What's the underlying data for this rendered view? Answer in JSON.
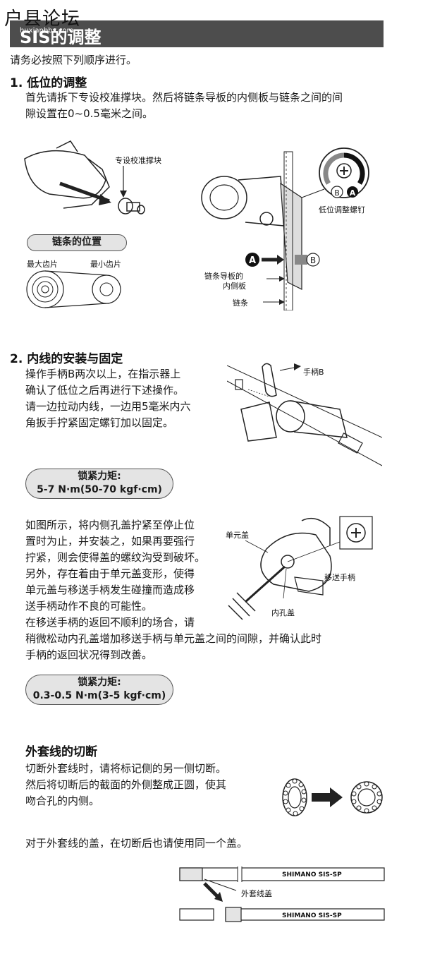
{
  "watermark": {
    "main": "户县论坛",
    "url": "huxianbbs.com"
  },
  "title": "SIS的调整",
  "intro": "请务必按照下列顺序进行。",
  "section1": {
    "heading": "1. 低位的调整",
    "text_line1": "首先请拆下专设校准撑块。然后将链条导板的内侧板与链条之间的间",
    "text_line2": "隙设置在0~0.5毫米之间。",
    "fig_label_spacer": "专设校准撑块",
    "chain_position_pill": "链条的位置",
    "largest_sprocket": "最大齿片",
    "smallest_sprocket": "最小齿片",
    "low_adjust_screw": "低位调整螺钉",
    "inner_plate_line1": "链条导板的",
    "inner_plate_line2": "内侧板",
    "chain": "链条",
    "marker_a": "A",
    "marker_b": "B"
  },
  "section2": {
    "heading": "2. 内线的安装与固定",
    "text_lines": [
      "操作手柄B两次以上，在指示器上",
      "确认了低位之后再进行下述操作。",
      "请一边拉动内线，一边用5毫米内六",
      "角扳手拧紧固定螺钉加以固定。"
    ],
    "lever_b": "手柄B",
    "torque1_title": "锁紧力矩:",
    "torque1_value": "5-7 N·m(50-70 kgf·cm)",
    "para_lines": [
      "如图所示，将内侧孔盖拧紧至停止位",
      "置时为止，并安装之，如果再要强行",
      "拧紧，则会使得盖的螺纹沟受到破坏。",
      "另外，存在着由于单元盖变形，使得",
      "单元盖与移送手柄发生碰撞而造成移",
      "送手柄动作不良的可能性。",
      "在移送手柄的返回不顺利的场合，请",
      "稍微松动内孔盖增加移送手柄与单元盖之间的间隙，并确认此时",
      "手柄的返回状况得到改善。"
    ],
    "unit_cover": "单元盖",
    "feed_lever": "移送手柄",
    "inner_cap": "内孔盖",
    "torque2_title": "锁紧力矩:",
    "torque2_value": "0.3-0.5 N·m(3-5 kgf·cm)"
  },
  "section3": {
    "heading": "外套线的切断",
    "text_lines": [
      "切断外套线时，请将标记侧的另一侧切断。",
      "然后将切断后的截面的外侧整成正圆，使其",
      "吻合孔的内侧。"
    ],
    "cap_note": "对于外套线的盖，在切断后也请使用同一个盖。",
    "housing_cap": "外套线盖",
    "brand_mark": "SHIMANO SIS-SP"
  },
  "colors": {
    "title_bar": "#4d4d4d",
    "pill_fill": "#e4e4e4",
    "text": "#1a1a1a"
  },
  "icons": [
    "arrow-right-icon",
    "screw-head-icon",
    "circle-a-icon",
    "circle-b-icon"
  ]
}
